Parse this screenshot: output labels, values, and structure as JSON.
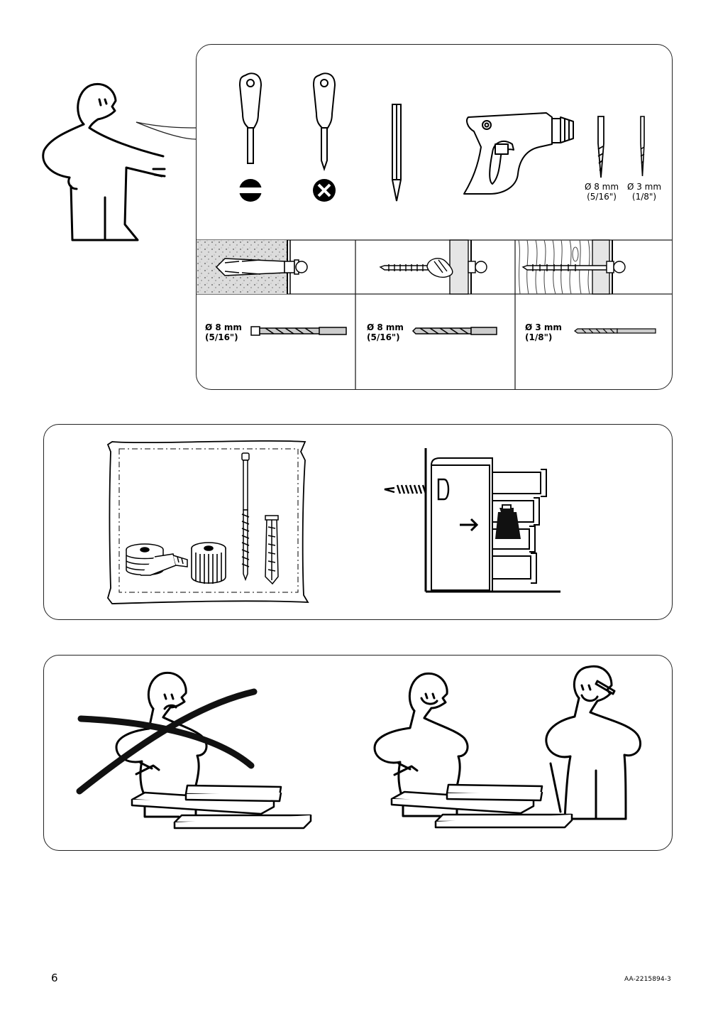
{
  "tools": {
    "drill_bit_labels": [
      {
        "size": "Ø 8 mm",
        "inch": "(5/16\")"
      },
      {
        "size": "Ø 3 mm",
        "inch": "(1/8\")"
      }
    ]
  },
  "wall_types": [
    {
      "material": "concrete",
      "size": "Ø 8 mm",
      "inch": "(5/16\")"
    },
    {
      "material": "plasterboard",
      "size": "Ø 8 mm",
      "inch": "(5/16\")"
    },
    {
      "material": "wood",
      "size": "Ø 3 mm",
      "inch": "(1/8\")"
    }
  ],
  "footer": {
    "page_number": "6",
    "doc_id": "AA-2215894-3"
  }
}
